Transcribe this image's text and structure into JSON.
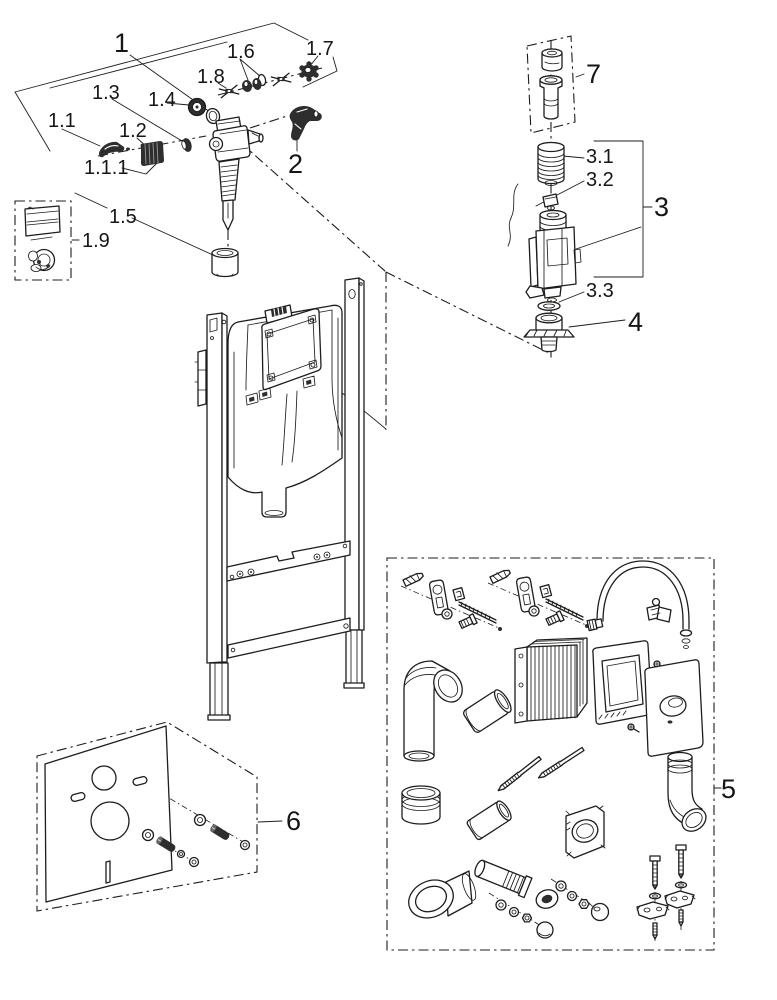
{
  "diagram": {
    "type": "exploded-parts-diagram",
    "description": "Line-art exploded spare parts drawing of a wall WC installation frame with concealed cistern, fill valve, flush valve and accessory kits",
    "background": "#ffffff",
    "line_color": "#1d1d1b",
    "callouts": {
      "c1": "1",
      "c1_1": "1.1",
      "c1_1_1": "1.1.1",
      "c1_2": "1.2",
      "c1_3": "1.3",
      "c1_4": "1.4",
      "c1_5": "1.5",
      "c1_6": "1.6",
      "c1_7": "1.7",
      "c1_8": "1.8",
      "c1_9": "1.9",
      "c2": "2",
      "c3": "3",
      "c3_1": "3.1",
      "c3_2": "3.2",
      "c3_3": "3.3",
      "c4": "4",
      "c5": "5",
      "c6": "6",
      "c7": "7"
    }
  }
}
